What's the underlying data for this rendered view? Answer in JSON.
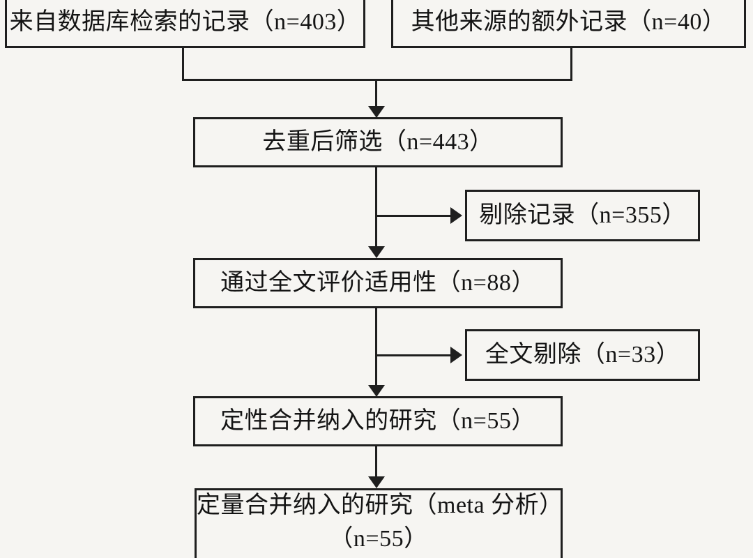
{
  "diagram": {
    "colors": {
      "background": "#f6f5f2",
      "line": "#1f1f1f",
      "text": "#141414"
    },
    "boxes": {
      "records_db": {
        "label": "来自数据库检索的记录（n=403）"
      },
      "records_other": {
        "label": "其他来源的额外记录（n=40）"
      },
      "screened": {
        "label": "去重后筛选（n=443）"
      },
      "excluded_records": {
        "label": "剔除记录（n=355）"
      },
      "fulltext_assessed": {
        "label": "通过全文评价适用性（n=88）"
      },
      "fulltext_excluded": {
        "label": "全文剔除（n=33）"
      },
      "qualitative": {
        "label": "定性合并纳入的研究（n=55）"
      },
      "quantitative": {
        "label_line1": "定量合并纳入的研究（meta 分析）",
        "label_line2": "（n=55）"
      }
    }
  }
}
